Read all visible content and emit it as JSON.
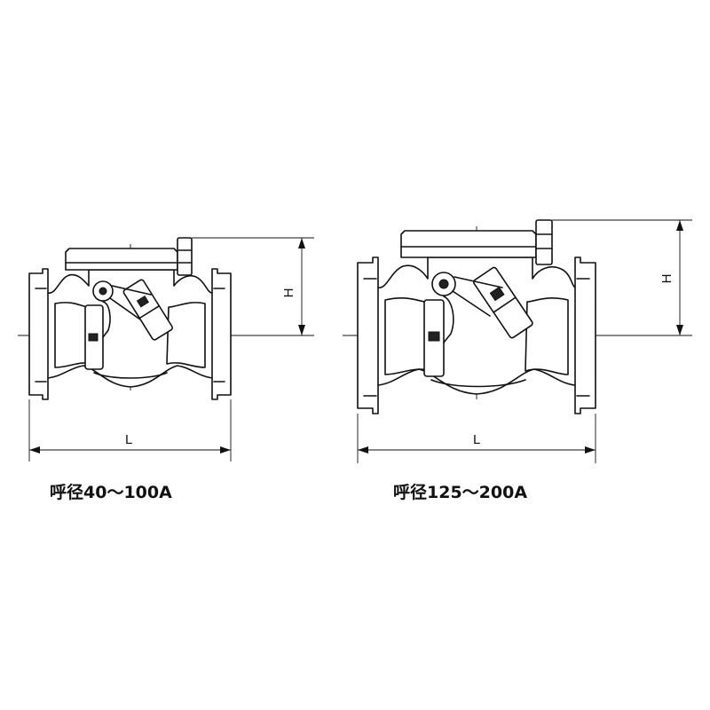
{
  "drawings": [
    {
      "caption": "呼径40～100A",
      "length_label": "L",
      "height_label": "H"
    },
    {
      "caption": "呼径125～200A",
      "length_label": "L",
      "height_label": "H"
    }
  ]
}
